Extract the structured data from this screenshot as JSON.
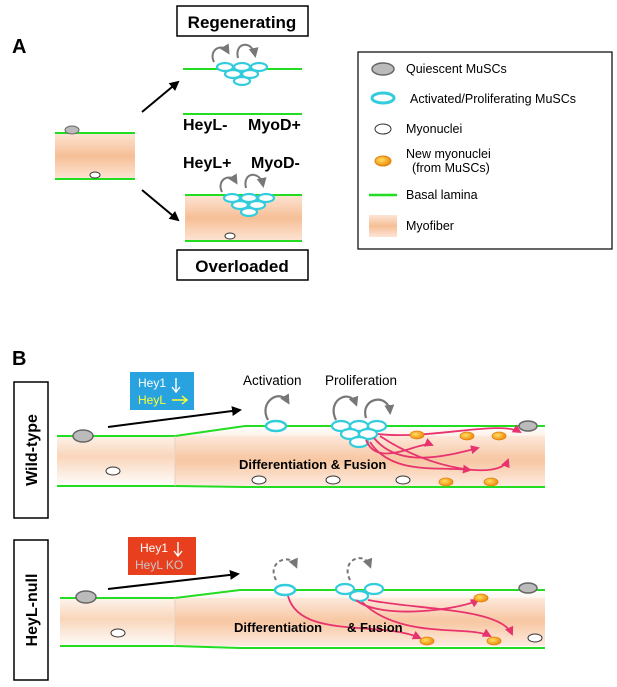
{
  "panel_a": {
    "letter": "A",
    "regenerating_label": "Regenerating",
    "overloaded_label": "Overloaded",
    "heyl_minus": "HeyL-",
    "myod_plus": "MyoD+",
    "heyl_plus": "HeyL+",
    "myod_minus": "MyoD-"
  },
  "legend": {
    "items": [
      {
        "icon": "quiescent-musc-icon",
        "label": "Quiescent MuSCs"
      },
      {
        "icon": "activated-musc-icon",
        "label": "Activated/Proliferating MuSCs"
      },
      {
        "icon": "myonuclei-icon",
        "label": "Myonuclei"
      },
      {
        "icon": "new-myonuclei-icon",
        "label": "New myonuclei",
        "sub": "(from MuSCs)"
      },
      {
        "icon": "basal-lamina-icon",
        "label": "Basal lamina"
      },
      {
        "icon": "myofiber-icon",
        "label": "Myofiber"
      }
    ]
  },
  "panel_b": {
    "letter": "B",
    "wild_type": {
      "side_label": "Wild-type",
      "hey1": "Hey1",
      "heyl": "HeyL",
      "activation": "Activation",
      "proliferation": "Proliferation",
      "diff_fusion": "Differentiation & Fusion"
    },
    "heyl_null": {
      "side_label": "HeyL-null",
      "hey1": "Hey1",
      "heyl": "HeyL KO",
      "diff": "Differentiation",
      "fusion": "& Fusion"
    }
  },
  "colors": {
    "lamina": "#22dd22",
    "musc_cyan": "#33ccdd",
    "quiescent_gray": "#aaaaaa",
    "arrow_magenta": "#e8336e",
    "new_nuclei_orange": "#f5a020",
    "hey_box_blue": "#29a3e0",
    "hey_box_red": "#e8401e",
    "myofiber_peach": "#f7c6a0"
  }
}
